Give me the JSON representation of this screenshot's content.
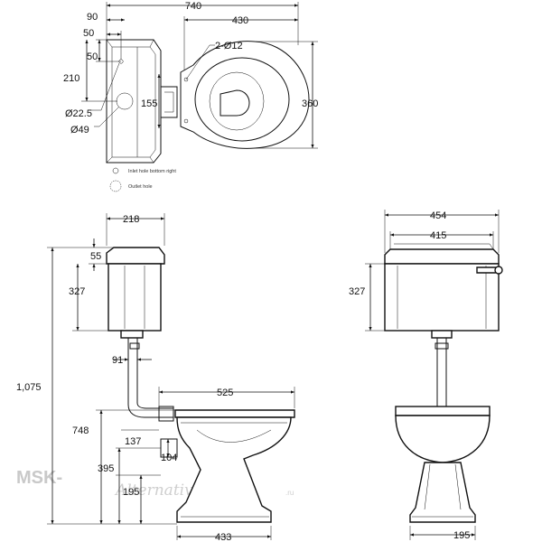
{
  "top_view": {
    "overall_width": "740",
    "cistern_depth": "90",
    "inlet_offset": "50",
    "bowl_length": "430",
    "bolt_holes": "2-Ø12",
    "inlet_height": "50",
    "outlet_offset": "210",
    "outlet_width": "155",
    "bowl_width": "360",
    "inlet_diameter": "Ø22.5",
    "outlet_diameter": "Ø49",
    "legend_inlet": "Inlet hole bottom right",
    "legend_outlet": "Outlet hole"
  },
  "side_view": {
    "cistern_depth": "218",
    "lid_height": "55",
    "cistern_height": "327",
    "total_height": "1,075",
    "pipe_offset": "91",
    "bowl_length": "525",
    "seat_height": "748",
    "pan_inlet": "137",
    "outlet_height": "104",
    "outlet_centre": "395",
    "outlet_bottom": "195",
    "base_length": "433"
  },
  "front_view": {
    "cistern_width": "454",
    "cistern_inner": "415",
    "cistern_height": "327",
    "base_width": "195"
  },
  "watermark": {
    "brand": "MSK-",
    "script": "Alternativa",
    "tld": ".ru"
  }
}
